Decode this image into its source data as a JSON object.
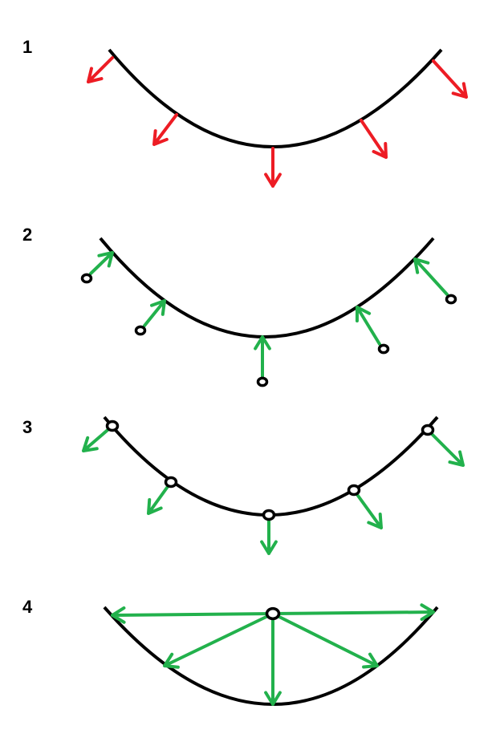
{
  "panels": [
    {
      "label": "1",
      "arrow_color": "#ed1c24",
      "description_marks": "normals-outward"
    },
    {
      "label": "2",
      "arrow_color": "#22b14c",
      "description_marks": "points-to-curve"
    },
    {
      "label": "3",
      "arrow_color": "#22b14c",
      "description_marks": "points-on-curve"
    },
    {
      "label": "4",
      "arrow_color": "#22b14c",
      "description_marks": "single-point-rays"
    }
  ],
  "curve_color": "#000000"
}
